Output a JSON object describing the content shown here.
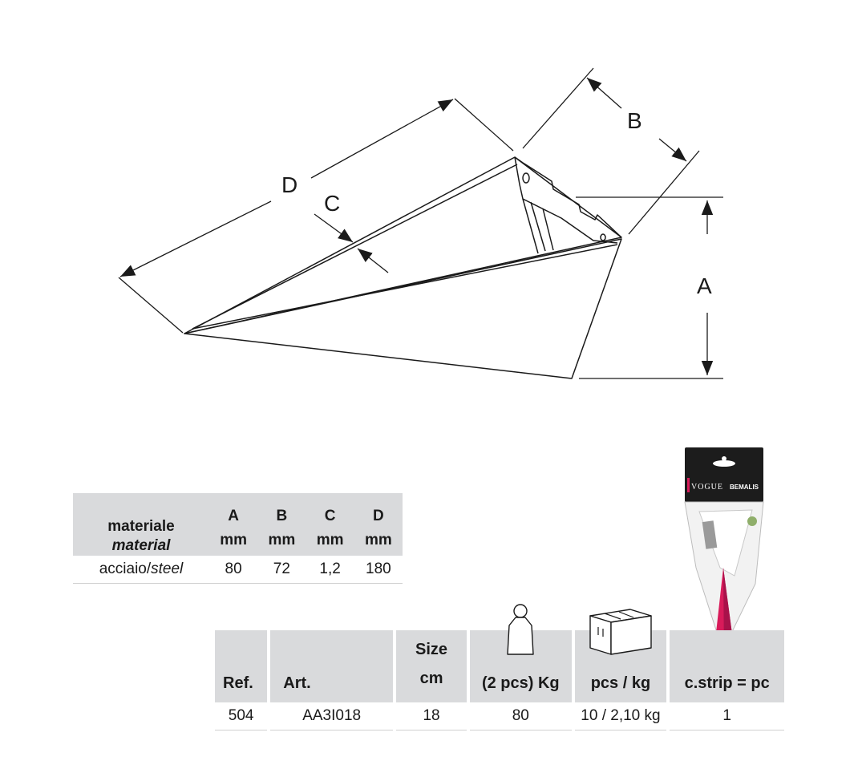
{
  "dimensions": {
    "D": "D",
    "C": "C",
    "B": "B",
    "A": "A"
  },
  "spec_table": {
    "header_material_it": "materiale",
    "header_material_en": "material",
    "columns": [
      "A",
      "B",
      "C",
      "D"
    ],
    "units": [
      "mm",
      "mm",
      "mm",
      "mm"
    ],
    "row": {
      "material_it": "acciaio/",
      "material_en": "steel",
      "values": [
        "80",
        "72",
        "1,2",
        "180"
      ]
    }
  },
  "ref_table": {
    "headers": {
      "ref": "Ref.",
      "art": "Art.",
      "size_1": "Size",
      "size_2": "cm",
      "weight": "(2 pcs) Kg",
      "pcs": "pcs / kg",
      "strip": "c.strip = pc"
    },
    "icons": {
      "weight": "weight-icon",
      "pcs": "box-icon"
    },
    "row": {
      "ref": "504",
      "art": "AA3I018",
      "size": "18",
      "weight": "80",
      "pcs": "10 / 2,10 kg",
      "strip": "1"
    }
  },
  "pack": {
    "brand": "VOGUE",
    "maker": "BEMALIS",
    "accent_color": "#d81b5a",
    "card_color": "#1c1c1c"
  }
}
